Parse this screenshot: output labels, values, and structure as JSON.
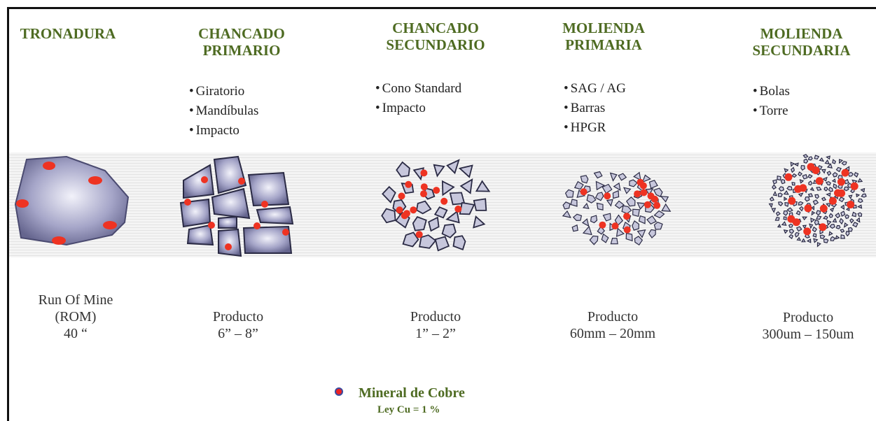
{
  "stages": [
    {
      "title": [
        "TRONADURA"
      ],
      "methods": [],
      "product": [
        "Run Of Mine",
        "(ROM)",
        "40 “"
      ]
    },
    {
      "title": [
        "CHANCADO",
        "PRIMARIO"
      ],
      "methods": [
        "Giratorio",
        "Mandíbulas",
        "Impacto"
      ],
      "product": [
        "Producto",
        "6” – 8”"
      ]
    },
    {
      "title": [
        "CHANCADO",
        "SECUNDARIO"
      ],
      "methods": [
        "Cono Standard",
        "Impacto"
      ],
      "product": [
        "Producto",
        "1” – 2”"
      ]
    },
    {
      "title": [
        "MOLIENDA",
        "PRIMARIA"
      ],
      "methods": [
        "SAG / AG",
        "Barras",
        "HPGR"
      ],
      "product": [
        "Producto",
        "60mm – 20mm"
      ]
    },
    {
      "title": [
        "MOLIENDA",
        "SECUNDARIA"
      ],
      "methods": [
        "Bolas",
        "Torre"
      ],
      "product": [
        "Producto",
        "300um – 150um"
      ]
    }
  ],
  "legend": {
    "label": "Mineral de Cobre",
    "grade": "Ley Cu = 1 %"
  },
  "colors": {
    "title": "#4e6b22",
    "rock_fill": "#8f8fb6",
    "rock_outline": "#2a2a44",
    "copper": "#ee3322"
  }
}
